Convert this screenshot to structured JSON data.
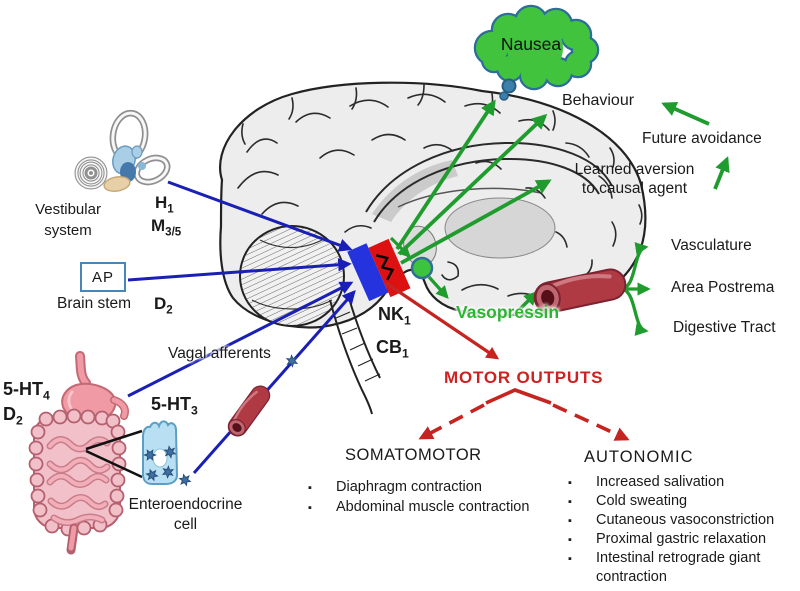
{
  "colors": {
    "arrow_green": "#1f9c2d",
    "cloud_green": "#41c33e",
    "vasopressin_green": "#2eb433",
    "line_blue": "#1a1fb5",
    "patch_blue": "#2433dd",
    "patch_red": "#dd1111",
    "arrow_red": "#c62420",
    "vessel_red": "#b03a44"
  },
  "cloud": {
    "label": "Nausea"
  },
  "behaviour_label": "Behaviour",
  "future_avoidance_label": "Future avoidance",
  "learned_aversion": {
    "line1": "Learned aversion",
    "line2": "to causal agent"
  },
  "vestibular": {
    "line1": "Vestibular",
    "line2": "system",
    "receptor_h": {
      "base": "H",
      "sub": "1"
    },
    "receptor_m": {
      "base": "M",
      "sub": "3/5"
    }
  },
  "brainstem_area": {
    "ap_label": "AP",
    "label": "Brain stem",
    "receptor_d": {
      "base": "D",
      "sub": "2"
    }
  },
  "vagal_afferents_label": "Vagal afferents",
  "gut": {
    "receptor_ht4": {
      "base": "5-HT",
      "sub": "4"
    },
    "receptor_d2": {
      "base": "D",
      "sub": "2"
    },
    "receptor_ht3": {
      "base": "5-HT",
      "sub": "3"
    },
    "cell": {
      "line1": "Enteroendocrine",
      "line2": "cell"
    }
  },
  "central_receptors": {
    "nk": {
      "base": "NK",
      "sub": "1"
    },
    "cb": {
      "base": "CB",
      "sub": "1"
    }
  },
  "vasopressin_label": "Vasopressin",
  "vessel_targets": [
    "Vasculature",
    "Area Postrema",
    "Digestive Tract"
  ],
  "motor": {
    "title": "MOTOR OUTPUTS",
    "somatomotor": {
      "heading": "SOMATOMOTOR",
      "items": [
        "Diaphragm contraction",
        "Abdominal muscle contraction"
      ]
    },
    "autonomic": {
      "heading": "AUTONOMIC",
      "items": [
        "Increased salivation",
        "Cold sweating",
        "Cutaneous vasoconstriction",
        "Proximal gastric relaxation",
        "Intestinal retrograde giant contraction"
      ]
    }
  }
}
